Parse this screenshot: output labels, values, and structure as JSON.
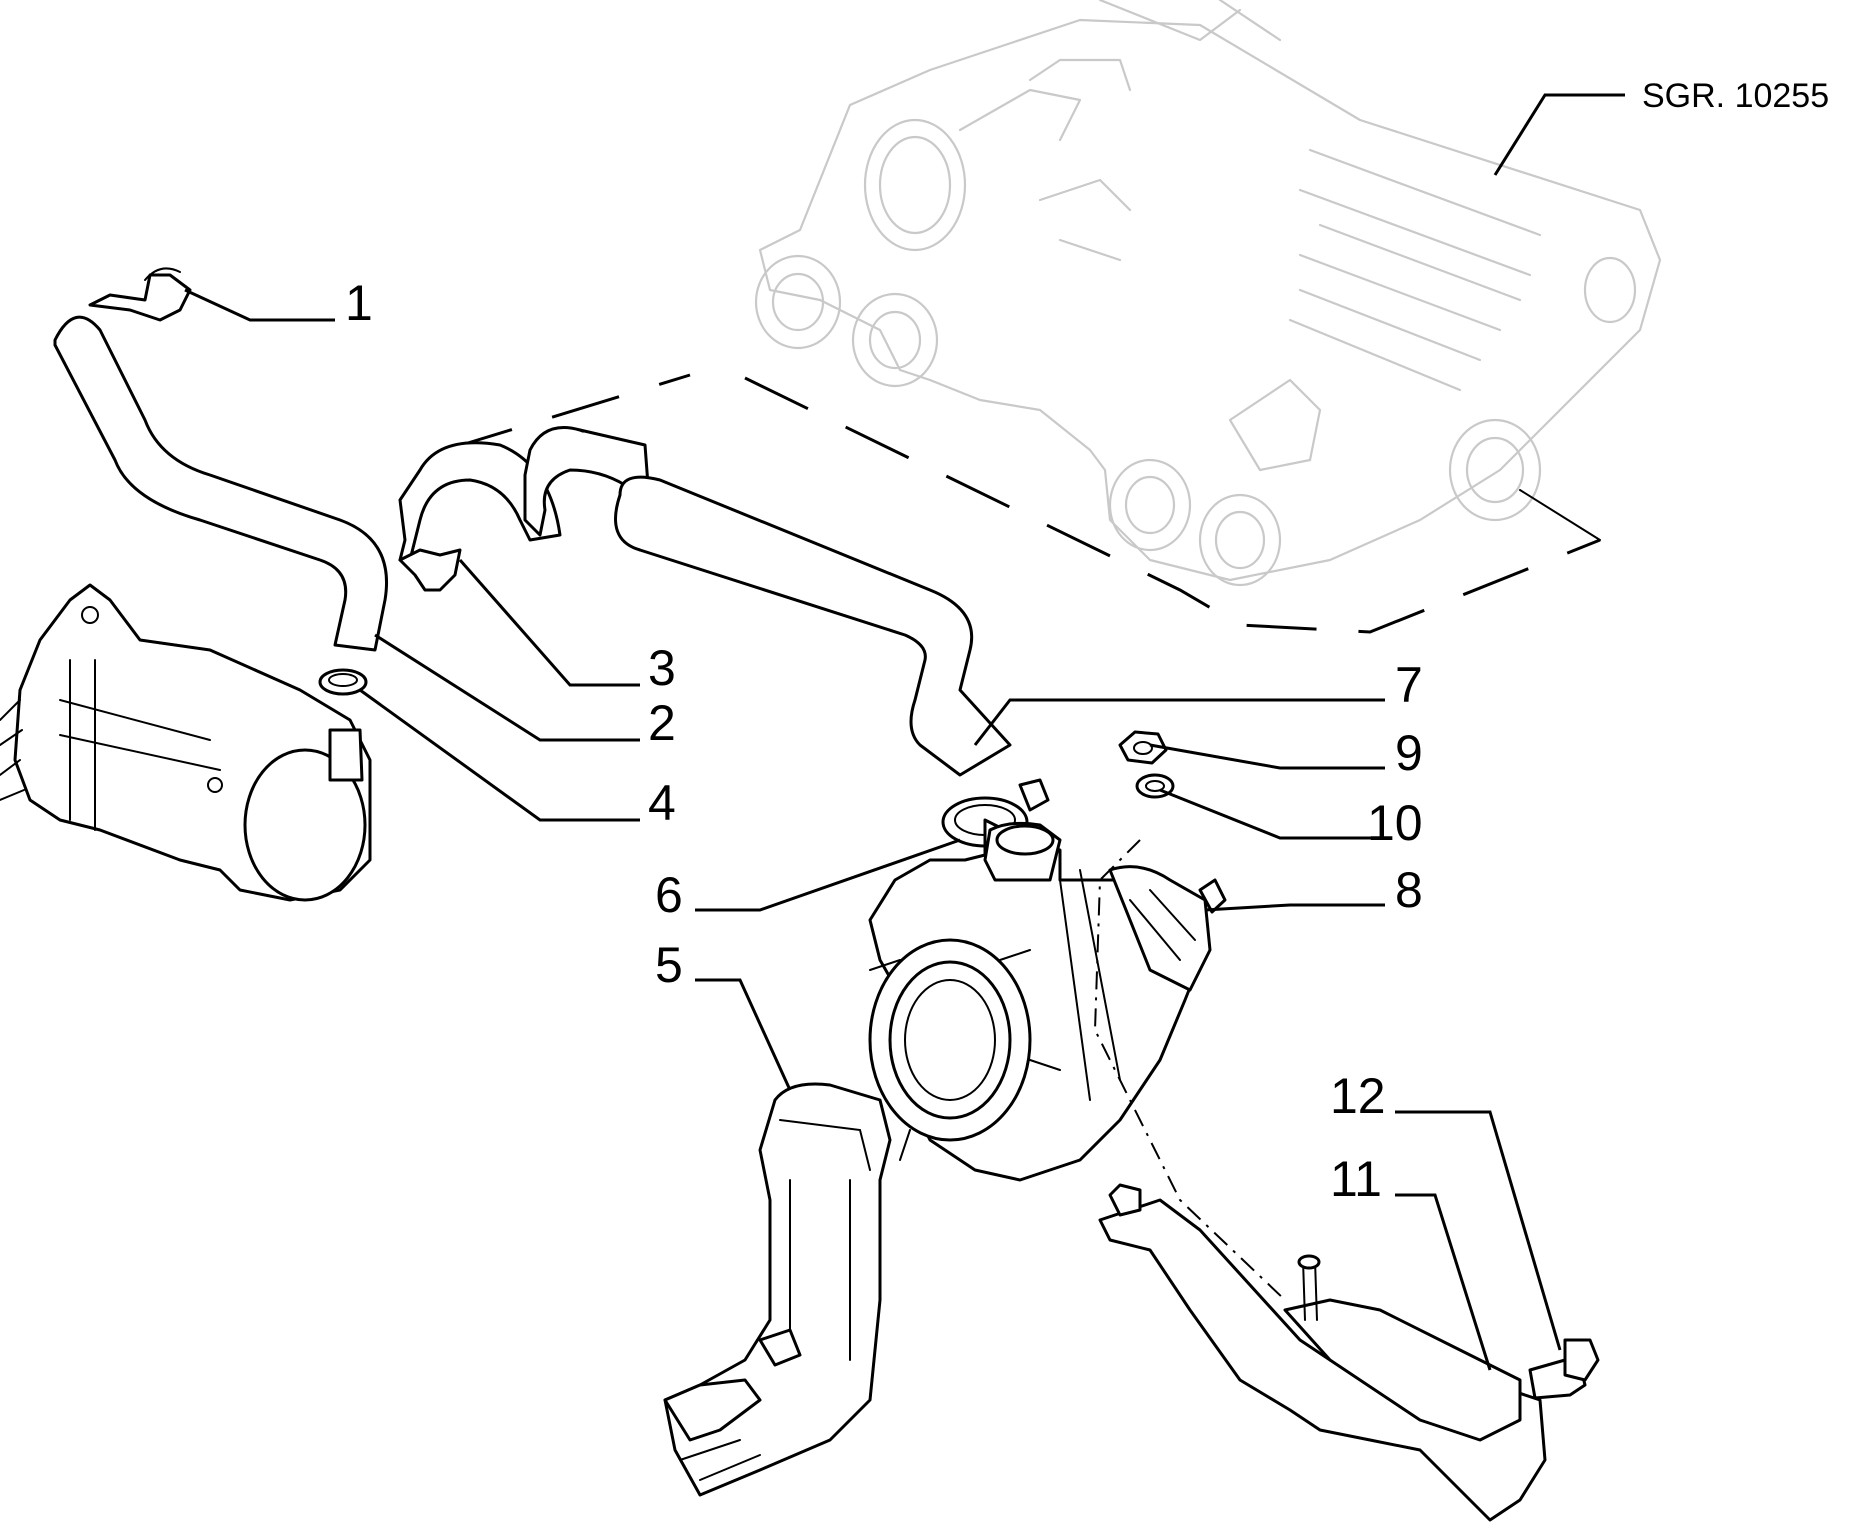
{
  "diagram": {
    "reference_code": "SGR. 10255",
    "callouts": [
      {
        "id": "callout-1",
        "label": "1"
      },
      {
        "id": "callout-2",
        "label": "2"
      },
      {
        "id": "callout-3",
        "label": "3"
      },
      {
        "id": "callout-4",
        "label": "4"
      },
      {
        "id": "callout-5",
        "label": "5"
      },
      {
        "id": "callout-6",
        "label": "6"
      },
      {
        "id": "callout-7",
        "label": "7"
      },
      {
        "id": "callout-8",
        "label": "8"
      },
      {
        "id": "callout-9",
        "label": "9"
      },
      {
        "id": "callout-10",
        "label": "10"
      },
      {
        "id": "callout-11",
        "label": "11"
      },
      {
        "id": "callout-12",
        "label": "12"
      }
    ]
  },
  "colors": {
    "line": "#000000",
    "ghost_assembly": "#c9c9c9",
    "background": "#ffffff"
  }
}
